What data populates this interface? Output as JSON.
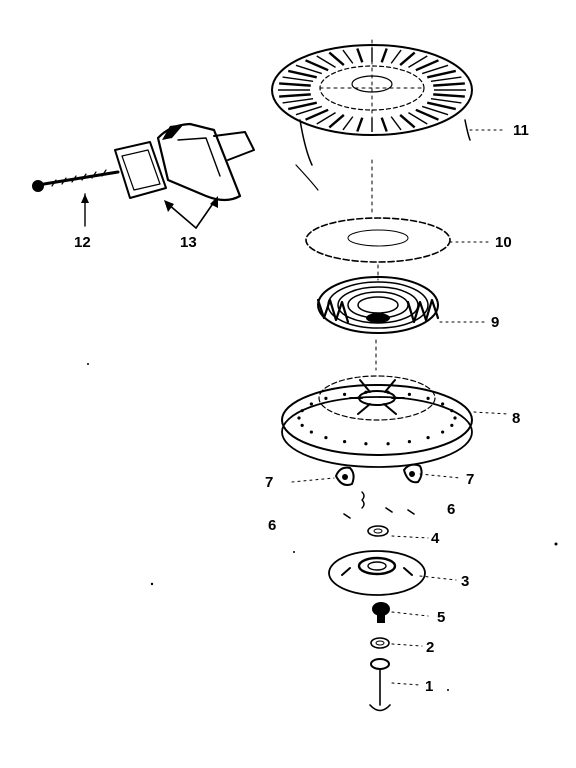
{
  "diagram": {
    "type": "exploded-parts-view",
    "ink_color": "#000000",
    "background": "#ffffff",
    "callouts": {
      "n1": "1",
      "n2": "2",
      "n3": "3",
      "n4": "4",
      "n5": "5",
      "n6_left": "6",
      "n6_right": "6",
      "n7_left": "7",
      "n7_right": "7",
      "n8": "8",
      "n9": "9",
      "n10": "10",
      "n11": "11",
      "n12": "12",
      "n13": "13"
    }
  }
}
